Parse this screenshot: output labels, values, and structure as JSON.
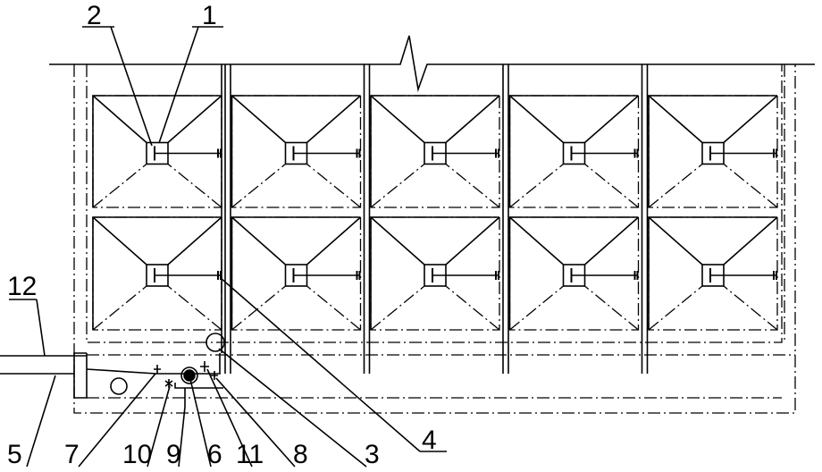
{
  "labels": {
    "l1": "1",
    "l2": "2",
    "l3": "3",
    "l4": "4",
    "l5": "5",
    "l6": "6",
    "l7": "7",
    "l8": "8",
    "l9": "9",
    "l10": "10",
    "l11": "11",
    "l12": "12"
  },
  "grid": {
    "columns": 5,
    "rows": 2
  }
}
